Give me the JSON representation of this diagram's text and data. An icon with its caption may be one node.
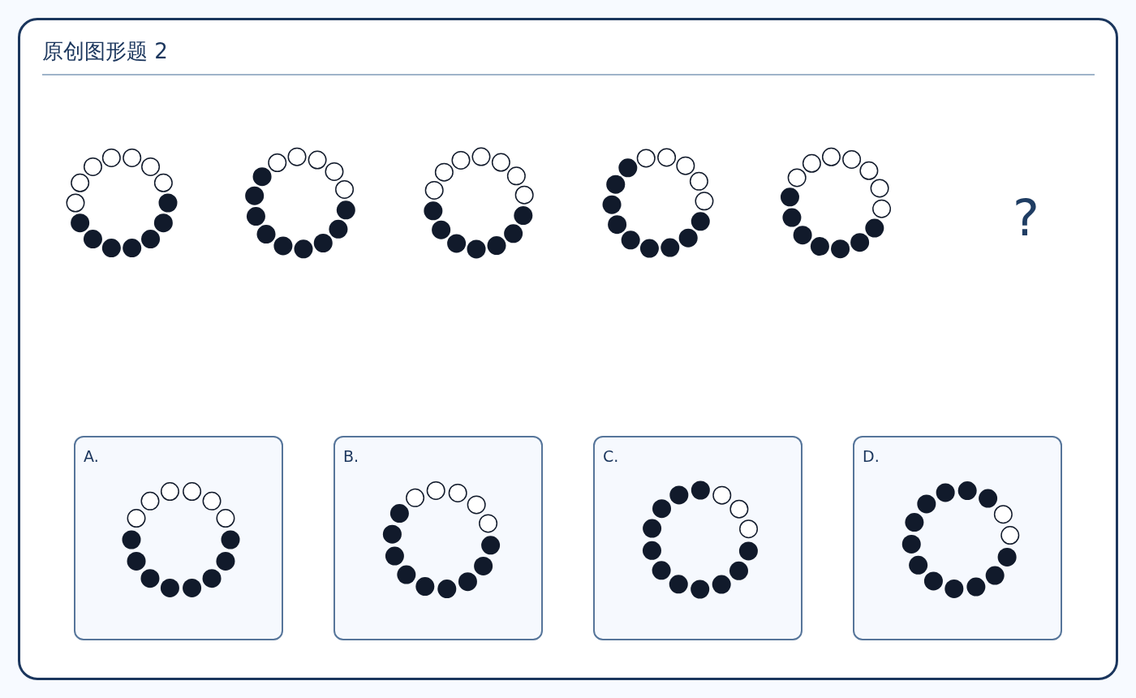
{
  "diagram": {
    "title": "原创图形题 2",
    "nodes": [
      {
        "text": [
          "A."
        ]
      },
      {
        "text": [
          "B."
        ]
      },
      {
        "text": [
          "C."
        ]
      },
      {
        "text": [
          "D."
        ]
      }
    ],
    "labels": [
      "?"
    ]
  }
}
